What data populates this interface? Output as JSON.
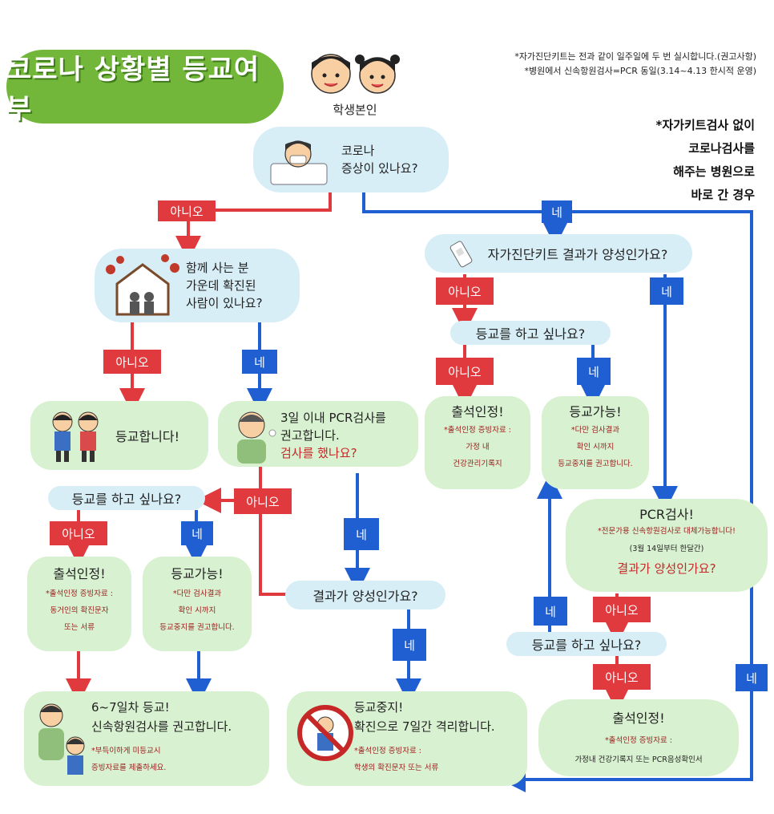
{
  "title": "코로나 상황별 등교여부",
  "student_label": "학생본인",
  "notes": [
    "*자가진단키트는 전과 같이 일주일에 두 번 실시합니다.(권고사항)",
    "*병원에서 신속항원검사=PCR 동일(3.14~4.13 한시적 운영)"
  ],
  "side_note": [
    "*자가키트검사 없이",
    "코로나검사를",
    "해주는 병원으로",
    "바로 간 경우"
  ],
  "labels": {
    "no": "아니오",
    "yes": "네"
  },
  "q_symptoms": [
    "코로나",
    "증상이 있나요?"
  ],
  "q_household": [
    "함께 사는 분",
    "가운데 확진된",
    "사람이 있나요?"
  ],
  "q_selfkit": "자가진단키트 결과가 양성인가요?",
  "q_want_school": "등교를 하고 싶나요?",
  "q_result_positive": "결과가 양성인가요?",
  "box_attend": "등교합니다!",
  "box_pcr": {
    "lines": [
      "3일 이내 PCR검사를",
      "권고합니다."
    ],
    "question": "검사를 했나요?"
  },
  "box_attend_recog_left": {
    "title": "출석인정!",
    "lines": [
      "*출석인정 증빙자료 :",
      "동거인의 확진문자",
      "또는 서류"
    ]
  },
  "box_can_attend": {
    "title": "등교가능!",
    "lines": [
      "*다만 검사결과",
      "확인 시까지",
      "등교중지를 권고합니다."
    ]
  },
  "box_day67": {
    "lines": [
      "6~7일차 등교!",
      "신속항원검사를 권고합니다."
    ],
    "sub": [
      "*부득이하게 미등교시",
      "증빙자료를 제출하세요."
    ]
  },
  "box_stop": {
    "lines": [
      "등교중지!",
      "확진으로 7일간 격리합니다."
    ],
    "sub": [
      "*출석인정 증빙자료 :",
      "학생의 확진문자 또는 서류"
    ]
  },
  "box_attend_recog_mid": {
    "title": "출석인정!",
    "lines": [
      "*출석인정 증빙자료 :",
      "가정 내",
      "건강관리기록지"
    ]
  },
  "box_pcr_right": {
    "title": "PCR검사!",
    "lines": [
      "*전문가용 신속항원검사로 대체가능합니다!",
      "(3월 14일부터 한달간)"
    ],
    "question": "결과가 양성인가요?"
  },
  "box_attend_recog_right": {
    "title": "출석인정!",
    "lines": [
      "*출석인정 증빙자료 :",
      "가정내 건강기록지 또는 PCR음성확인서"
    ]
  },
  "colors": {
    "title_green": "#72b63a",
    "question_blue": "#d7eef7",
    "result_green": "#d8f1d0",
    "no_red": "#e0393e",
    "yes_blue": "#1f5fd1"
  }
}
